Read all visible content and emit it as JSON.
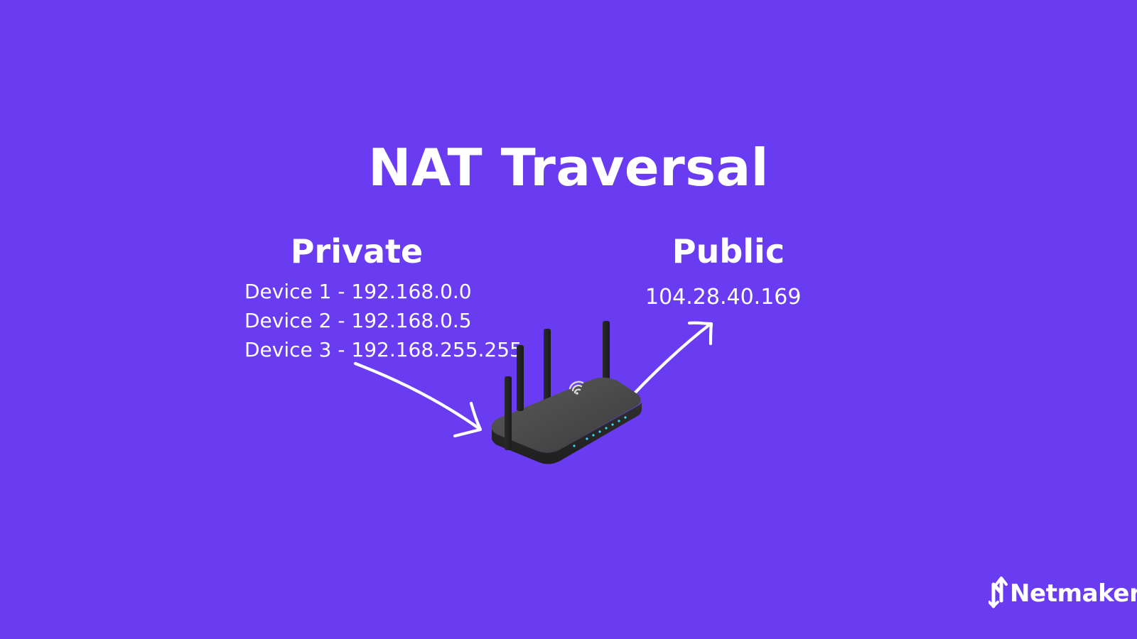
{
  "title": "NAT Traversal",
  "private": {
    "heading": "Private",
    "devices": [
      "Device 1 - 192.168.0.0",
      "Device 2 - 192.168.0.5",
      "Device 3 - 192.168.255.255"
    ]
  },
  "public": {
    "heading": "Public",
    "ip": "104.28.40.169"
  },
  "brand": {
    "name": "Netmaker"
  },
  "icons": {
    "router": "router-icon",
    "private_arrow": "arrow-right-down-icon",
    "public_arrow": "arrow-up-right-icon",
    "logo": "netmaker-logo-icon"
  },
  "colors": {
    "background": "#6a3cf1",
    "text": "#ffffff",
    "router_body": "#4a4a4a",
    "router_top": "#3b3b3b",
    "router_leds": "#39d6ff"
  }
}
